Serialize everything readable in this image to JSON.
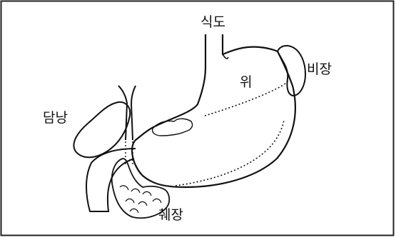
{
  "labels": {
    "esophagus": "식도",
    "stomach": "위",
    "spleen": "비장",
    "gallbladder": "담낭",
    "pancreas": "췌장"
  },
  "colors": {
    "line": "#111111",
    "frame": "#222222",
    "background": "#ffffff"
  }
}
